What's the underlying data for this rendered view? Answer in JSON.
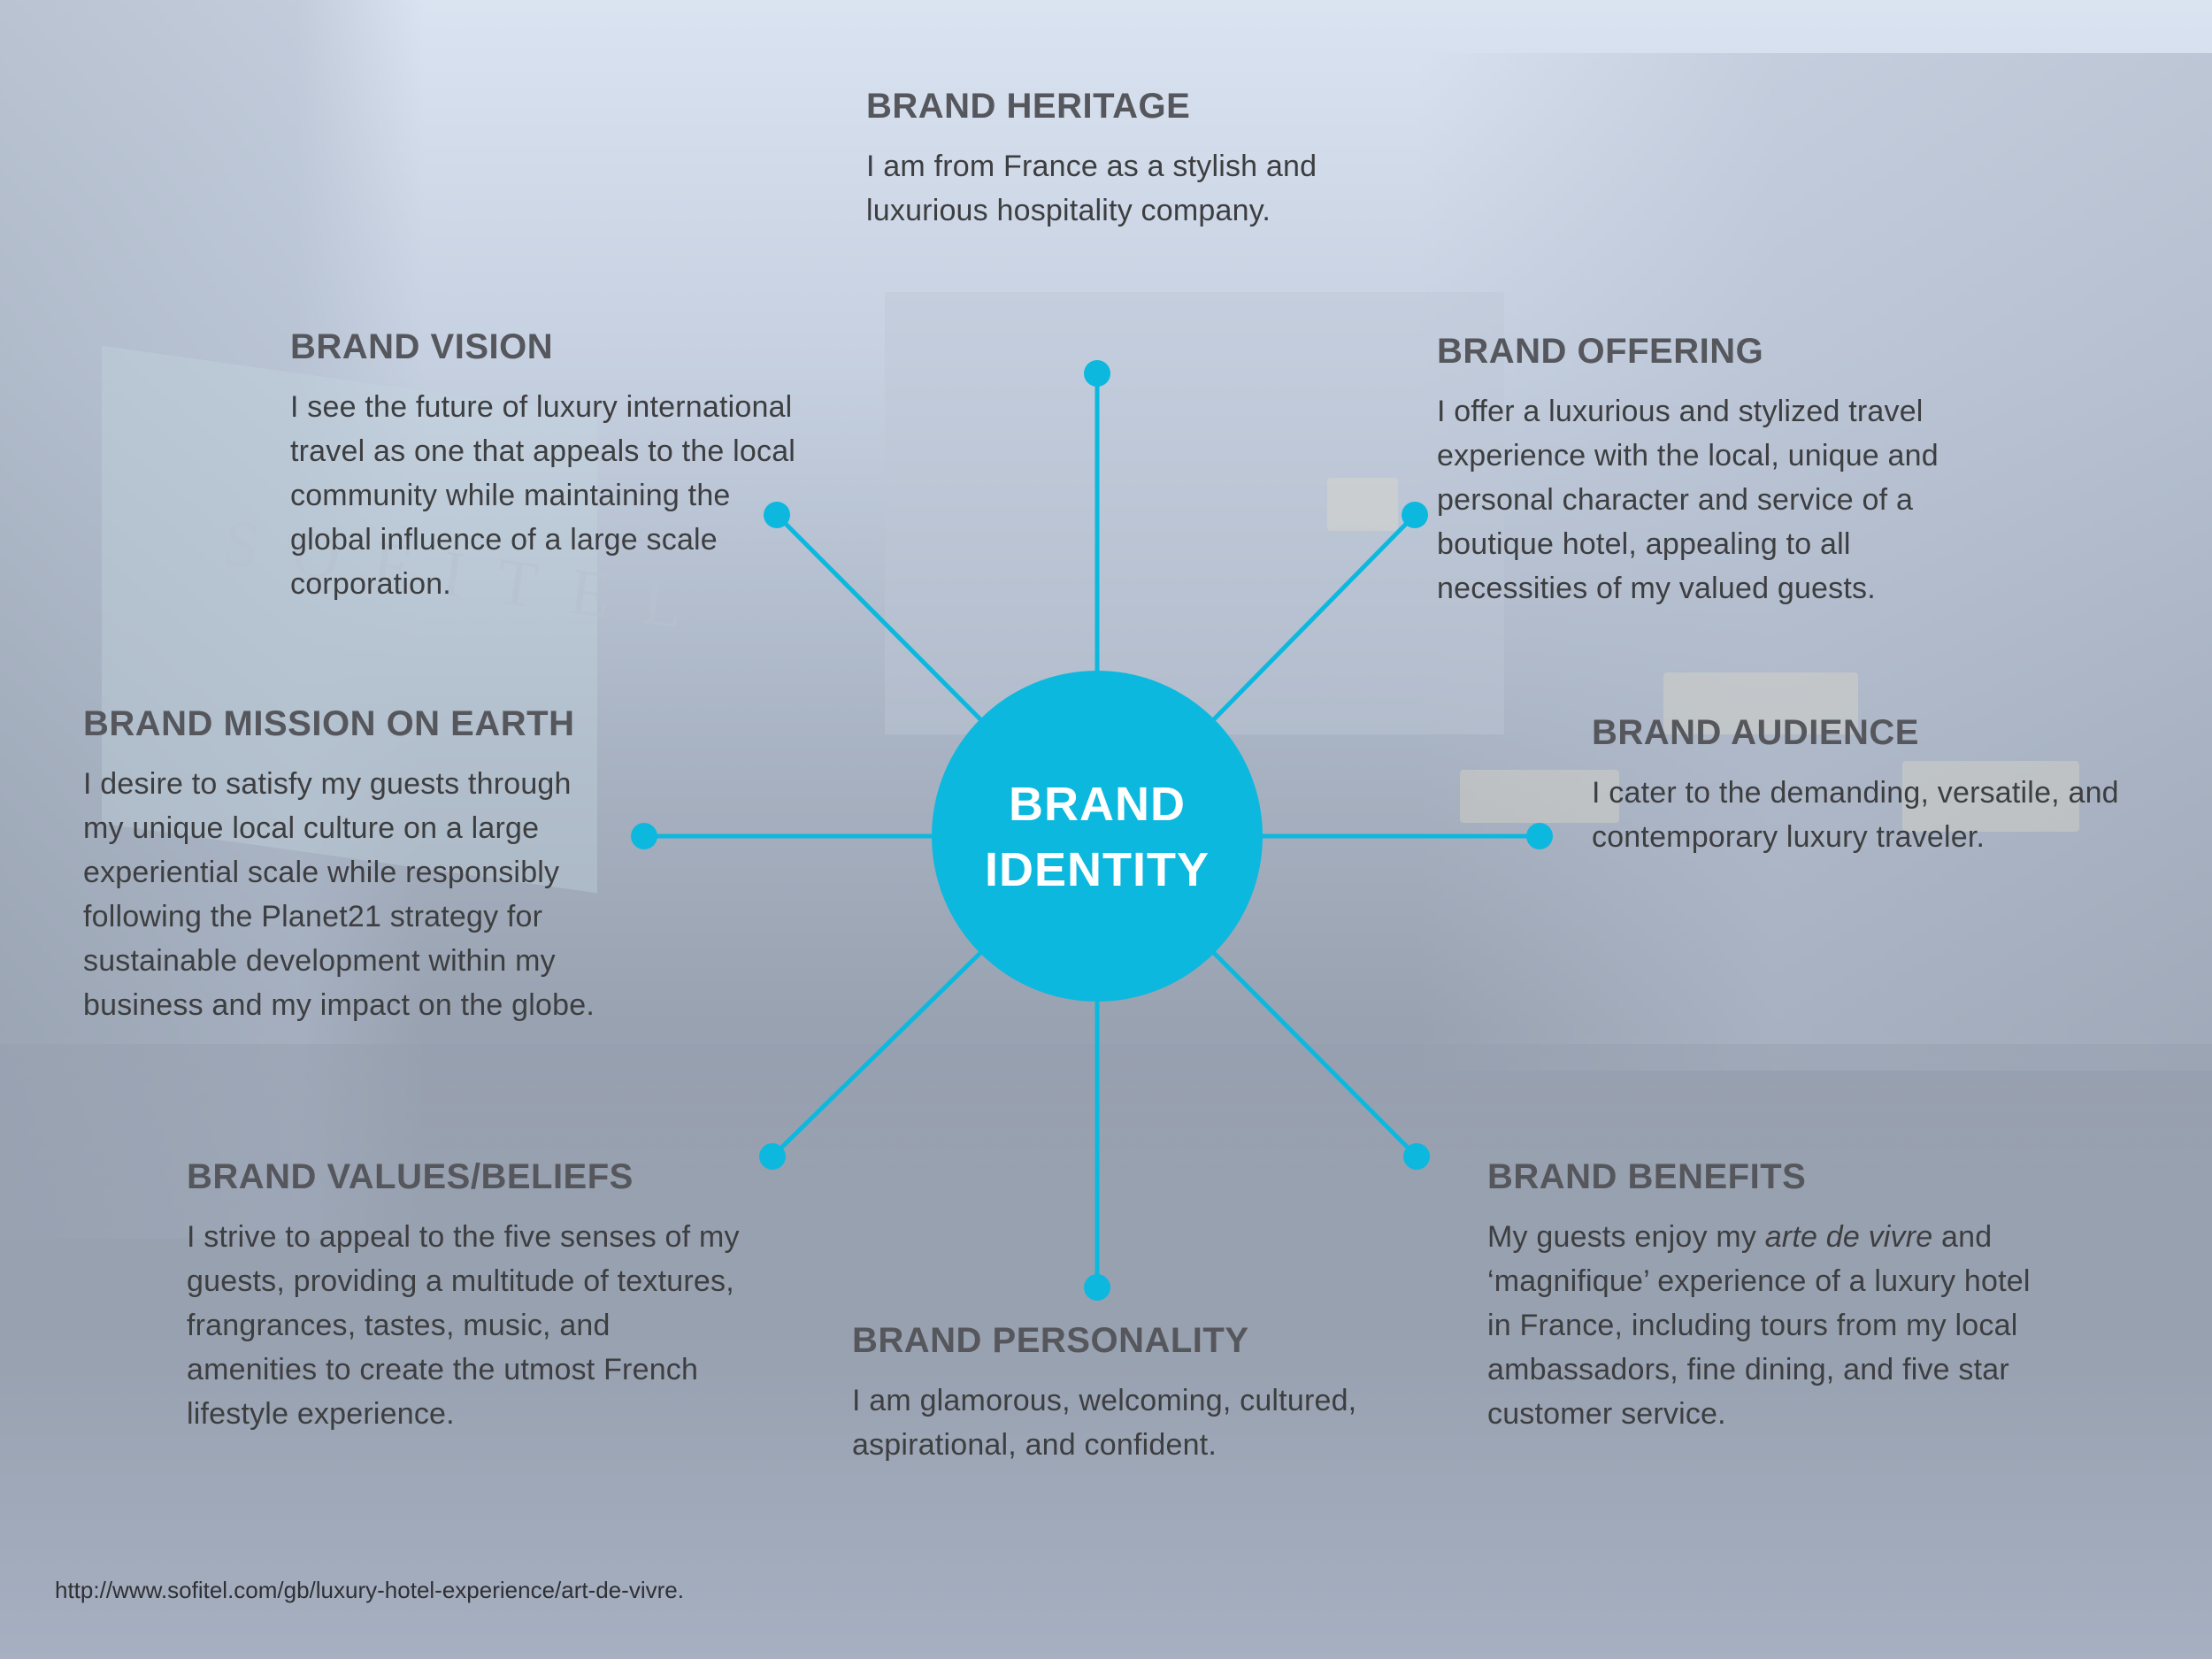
{
  "center": {
    "line1": "BRAND",
    "line2": "IDENTITY",
    "color": "#0db8de"
  },
  "blocks": {
    "heritage": {
      "title": "BRAND HERITAGE",
      "text": "I am from France as a stylish and luxurious hospitality company."
    },
    "vision": {
      "title": "BRAND VISION",
      "text": "I see the future of luxury international travel as one that appeals to the local community while maintaining the global influence of a large scale corporation."
    },
    "offering": {
      "title": "BRAND OFFERING",
      "text": "I offer a luxurious and stylized travel experience with the local, unique and personal character and service of a boutique hotel, appealing to all necessities of my valued guests."
    },
    "mission": {
      "title": "BRAND MISSION ON EARTH",
      "text": "I desire to satisfy my guests through my unique local culture on a large experiential scale while responsibly following the Planet21 strategy for sustainable development within my business and my impact on the globe."
    },
    "audience": {
      "title": "BRAND AUDIENCE",
      "text": "I cater to the demanding, versatile, and contemporary luxury traveler."
    },
    "values": {
      "title": "BRAND VALUES/BELIEFS",
      "text": "I strive to appeal to the five senses of my guests, providing a multitude of textures, frangrances, tastes, music, and amenities to create the utmost French lifestyle experience."
    },
    "personality": {
      "title": "BRAND PERSONALITY",
      "text": "I am glamorous, welcoming, cultured, aspirational, and confident."
    },
    "benefits": {
      "title": "BRAND BENEFITS",
      "text_before": "My guests enjoy my ",
      "text_italic": "arte de vivre",
      "text_after": " and ‘magnifique’ experience of a luxury hotel in France, including tours from my local ambassadors, fine dining, and five star customer service."
    }
  },
  "background": {
    "sign_text": "SOFITEL"
  },
  "source_url": "http://www.sofitel.com/gb/luxury-hotel-experience/art-de-vivre.",
  "colors": {
    "accent": "#0db8de",
    "heading": "#55575c",
    "body": "#3d3e40"
  }
}
